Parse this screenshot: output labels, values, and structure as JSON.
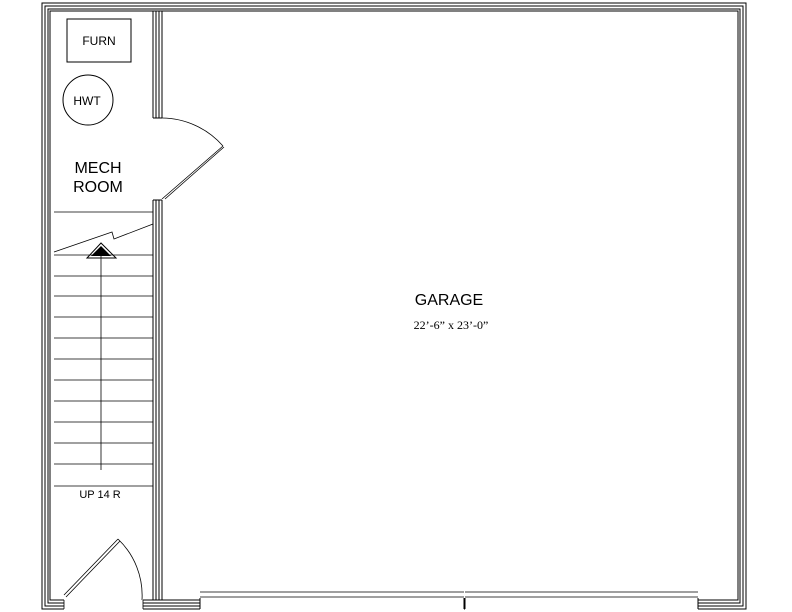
{
  "plan": {
    "rooms": {
      "garage": {
        "name": "GARAGE",
        "dimensions": "22’-6” x 23’-0”"
      },
      "mech_room": {
        "name_line1": "MECH",
        "name_line2": "ROOM"
      }
    },
    "fixtures": {
      "furnace": "FURN",
      "water_heater": "HWT"
    },
    "stair": {
      "label": "UP 14 R",
      "riser_count": 14
    }
  }
}
